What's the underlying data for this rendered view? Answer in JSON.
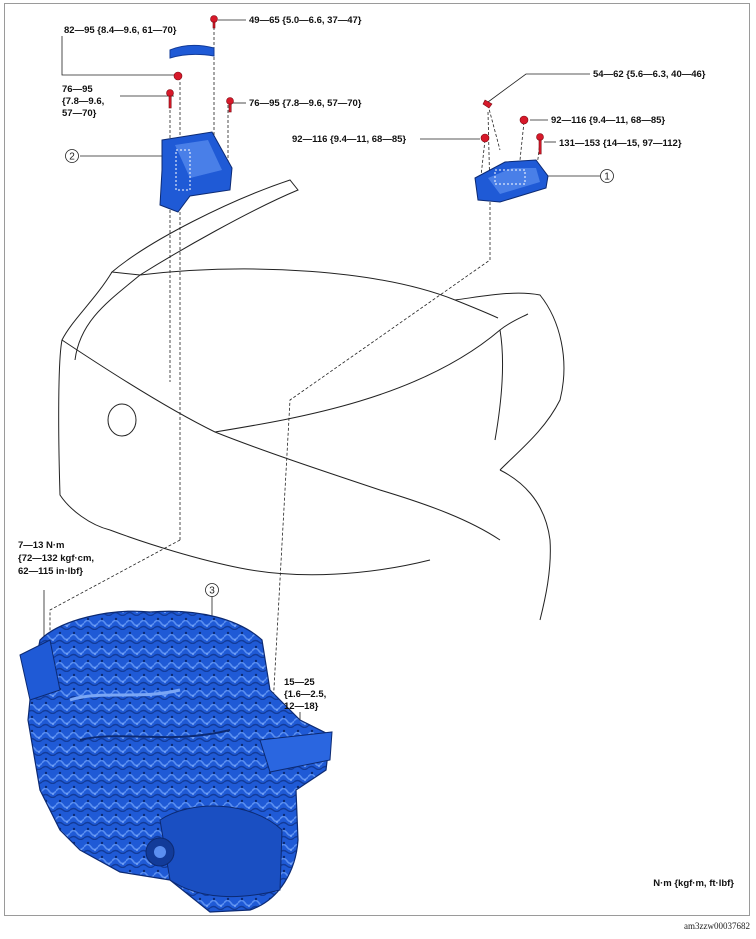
{
  "diagram": {
    "callouts": {
      "c1": "1",
      "c2": "2",
      "c3": "3"
    },
    "torque_labels": {
      "t1": "82—95 {8.4—9.6, 61—70}",
      "t2": "49—65 {5.0—6.6, 37—47}",
      "t3a": "76—95",
      "t3b": "{7.8—9.6,",
      "t3c": "57—70}",
      "t4": "76—95 {7.8—9.6, 57—70}",
      "t5": "54—62 {5.6—6.3, 40—46}",
      "t6": "92—116 {9.4—11, 68—85}",
      "t7": "92—116 {9.4—11, 68—85}",
      "t8": "131—153 {14—15, 97—112}",
      "t9a": "7—13 N·m",
      "t9b": "{72—132 kgf·cm,",
      "t9c": "62—115 in·lbf}",
      "t10a": "15—25",
      "t10b": "{1.6—2.5,",
      "t10c": "12—18}"
    },
    "unit_note": "N·m {kgf·m, ft·lbf}",
    "image_id": "am3zzw00037682",
    "colors": {
      "part": "#1f5ad6",
      "part_dark": "#123b99",
      "part_light": "#5b8ff0",
      "bolt": "#d7192a",
      "line": "#222222"
    }
  }
}
